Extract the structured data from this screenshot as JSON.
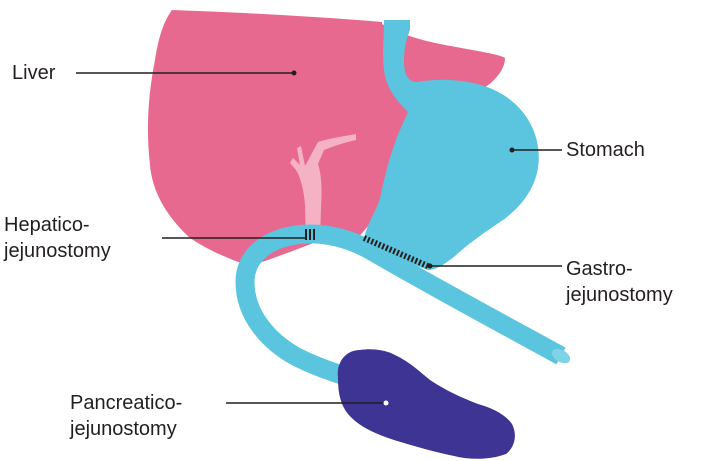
{
  "labels": {
    "liver": "Liver",
    "stomach": "Stomach",
    "hepatico_line1": "Hepatico-",
    "hepatico_line2": "jejunostomy",
    "gastro_line1": "Gastro-",
    "gastro_line2": "jejunostomy",
    "pancreatico_line1": "Pancreatico-",
    "pancreatico_line2": "jejunostomy"
  },
  "colors": {
    "liver": "#e8698f",
    "bile_duct": "#f5b2c4",
    "stomach_jejunum": "#5bc4de",
    "pancreas": "#3d3494",
    "leader": "#231f20",
    "stitches": "#231f20"
  }
}
